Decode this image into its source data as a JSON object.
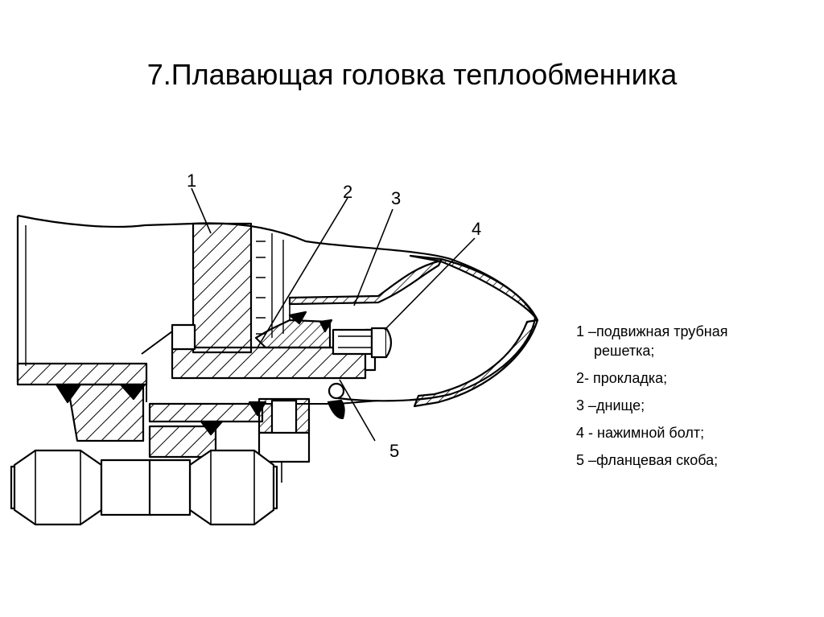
{
  "title": "7.Плавающая головка теплообменника",
  "callouts": [
    "1",
    "2",
    "3",
    "4",
    "5"
  ],
  "legend": [
    {
      "line1": "1 –подвижная трубная",
      "line2": "решетка;"
    },
    {
      "line1": "2- прокладка;",
      "line2": ""
    },
    {
      "line1": "3 –днище;",
      "line2": ""
    },
    {
      "line1": "4 - нажимной болт;",
      "line2": ""
    },
    {
      "line1": "5 –фланцевая скоба;",
      "line2": ""
    }
  ]
}
